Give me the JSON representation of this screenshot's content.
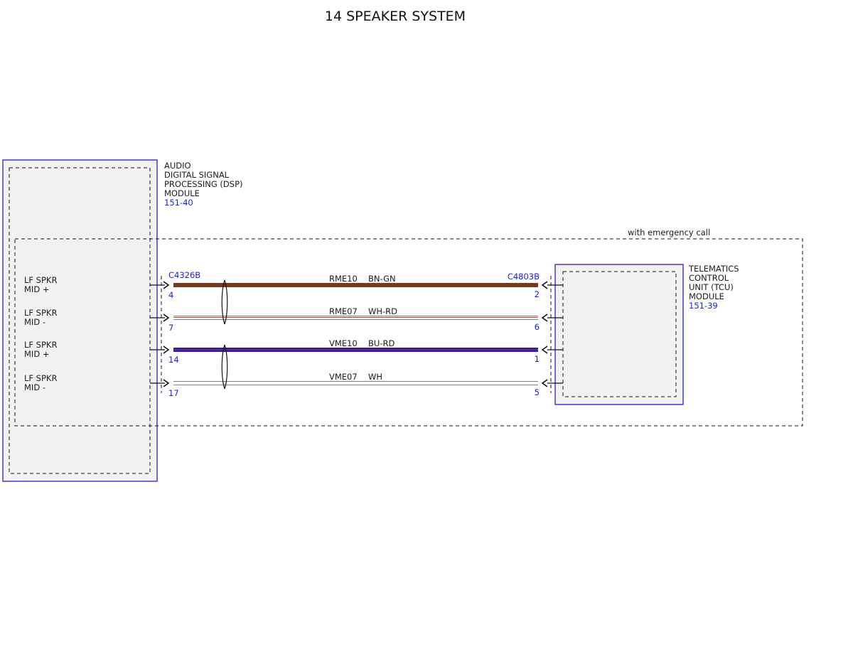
{
  "title": "14 SPEAKER SYSTEM",
  "option_label": "with emergency call",
  "dsp_module": {
    "name_lines": [
      "AUDIO",
      "DIGITAL SIGNAL",
      "PROCESSING (DSP)",
      "MODULE"
    ],
    "ref": "151-40",
    "connector": "C4326B"
  },
  "tcu_module": {
    "name_lines": [
      "TELEMATICS",
      "CONTROL",
      "UNIT (TCU)",
      "MODULE"
    ],
    "ref": "151-39",
    "connector": "C4803B"
  },
  "circuits": [
    {
      "signal_lines": [
        "LF SPKR",
        "MID +"
      ],
      "circuit": "RME10",
      "color_code": "BN-GN",
      "dsp_pin": "4",
      "tcu_pin": "2",
      "wire_main": "#7a3b1c",
      "wire_stripe": "#6b3a1f",
      "twisted": true
    },
    {
      "signal_lines": [
        "LF SPKR",
        "MID -"
      ],
      "circuit": "RME07",
      "color_code": "WH-RD",
      "dsp_pin": "7",
      "tcu_pin": "6",
      "wire_main": "#ffffff",
      "wire_stripe": "#e03030",
      "twisted": true
    },
    {
      "signal_lines": [
        "LF SPKR",
        "MID +"
      ],
      "circuit": "VME10",
      "color_code": "BU-RD",
      "dsp_pin": "14",
      "tcu_pin": "1",
      "wire_main": "#2a1aa8",
      "wire_stripe": "#8a1a8a",
      "twisted": true
    },
    {
      "signal_lines": [
        "LF SPKR",
        "MID -"
      ],
      "circuit": "VME07",
      "color_code": "WH",
      "dsp_pin": "17",
      "tcu_pin": "5",
      "wire_main": "#ffffff",
      "wire_stripe": "#ffffff",
      "twisted": true
    }
  ],
  "colors": {
    "module_border": "#2020d0",
    "module_fill": "#f2f2f2",
    "ref_text": "#1a1ae6"
  }
}
